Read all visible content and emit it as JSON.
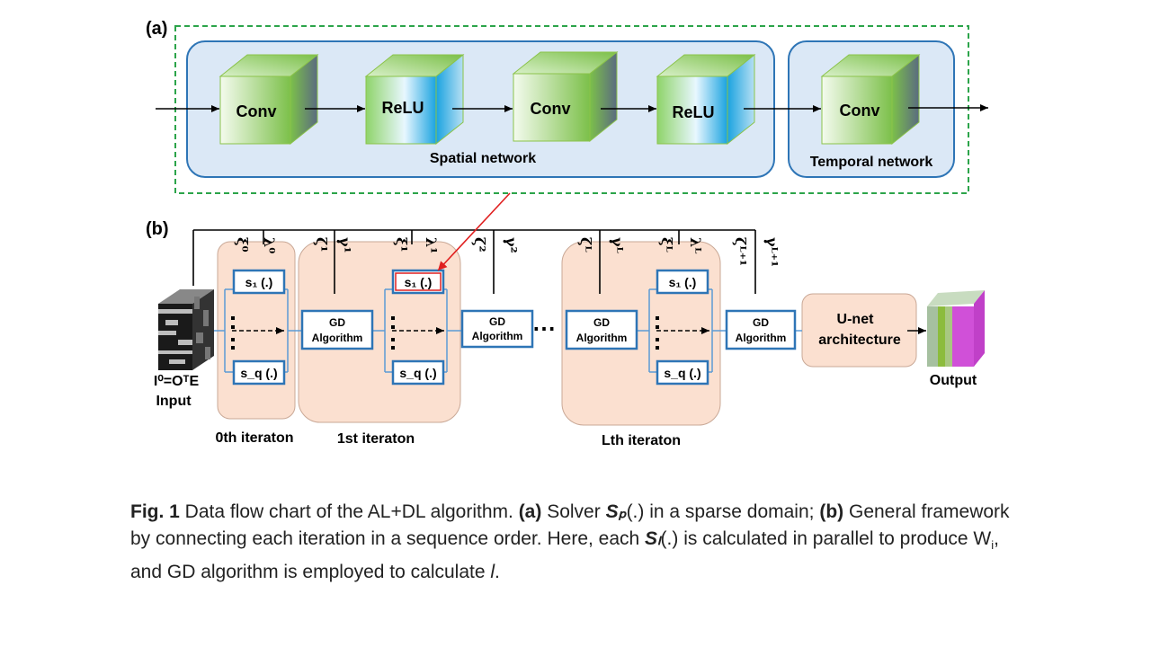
{
  "panel_a": {
    "label": "(a)",
    "blocks": [
      "Conv",
      "ReLU",
      "Conv",
      "ReLU",
      "Conv"
    ],
    "spatial_label": "Spatial network",
    "temporal_label": "Temporal network"
  },
  "panel_b": {
    "label": "(b)",
    "input_formula": "I⁰=OᵀE",
    "input_label": "Input",
    "output_label": "Output",
    "s1": "s₁ (.)",
    "sq": "s_q (.)",
    "gd_line1": "GD",
    "gd_line2": "Algorithm",
    "ellipsis": "⋯",
    "unet_line1": "U-net",
    "unet_line2": "architecture",
    "iter0": "0th iteraton",
    "iter1": "1st iteraton",
    "iterL": "Lth iteraton",
    "greek": {
      "xi0": "ξ⁰",
      "lam0": "λ⁰",
      "zeta1": "ζ¹",
      "gamma1": "γ¹",
      "xi1": "ξ¹",
      "lam1": "λ¹",
      "zeta2": "ζ²",
      "gamma2": "γ²",
      "zetaL": "ζᴸ",
      "gammaL": "γᴸ",
      "xiL": "ξᴸ",
      "lamL": "λᴸ",
      "zetaL1": "ζᴸ⁺¹",
      "gammaL1": "γᴸ⁺¹"
    }
  },
  "caption": {
    "fig": "Fig. 1",
    "t1": " Data flow chart of the AL+DL algorithm. ",
    "a": "(a)",
    "t2": " Solver ",
    "sp": "Sₚ",
    "t3": "(.) in a sparse domain; ",
    "b": "(b)",
    "t4": " General framework by connecting each iteration in a sequence order. Here, each ",
    "sl": "Sₗ",
    "t5": "(.) is calculated in parallel to produce W",
    "wi": "i",
    "t6": ", and GD algorithm is employed to calculate ",
    "l": "l",
    "t7": "."
  },
  "colors": {
    "box_border": "#2e75b6",
    "iter_fill": "#fbe0d0",
    "net_fill": "#dbe8f6",
    "dashed_green": "#2ca44a",
    "arrow_red": "#e02020"
  }
}
